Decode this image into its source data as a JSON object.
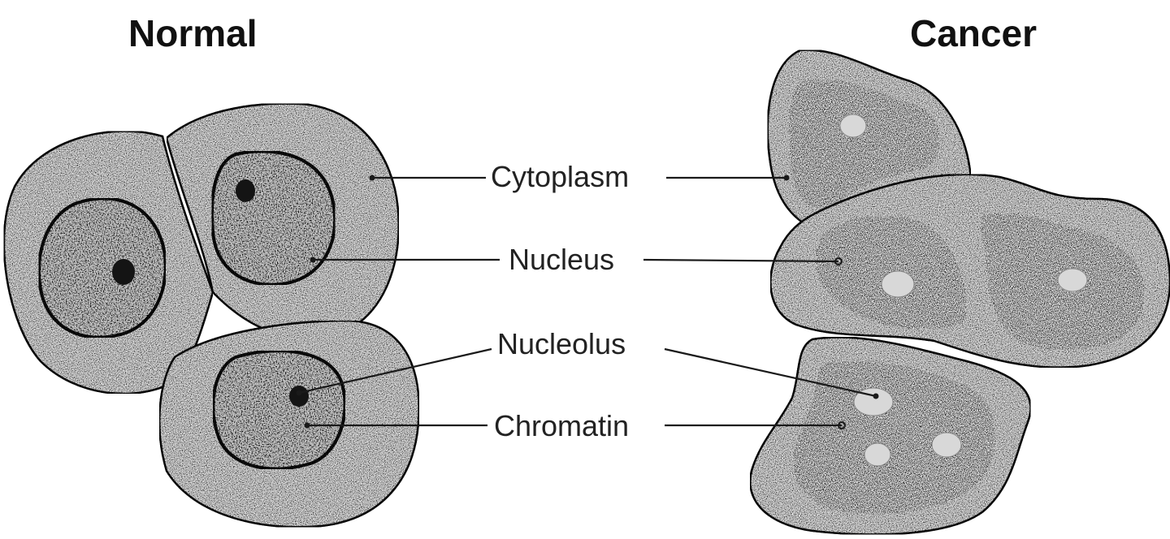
{
  "headings": {
    "normal": "Normal",
    "cancer": "Cancer"
  },
  "labels": {
    "cytoplasm": "Cytoplasm",
    "nucleus": "Nucleus",
    "nucleolus": "Nucleolus",
    "chromatin": "Chromatin"
  },
  "colors": {
    "ink": "#141414",
    "cytoplasm_fill": "#ececec",
    "normal_nucleus_fill": "#cfcfcf",
    "cancer_nucleus_fill": "#141414",
    "nucleolus_fill": "#d8d8d8"
  }
}
